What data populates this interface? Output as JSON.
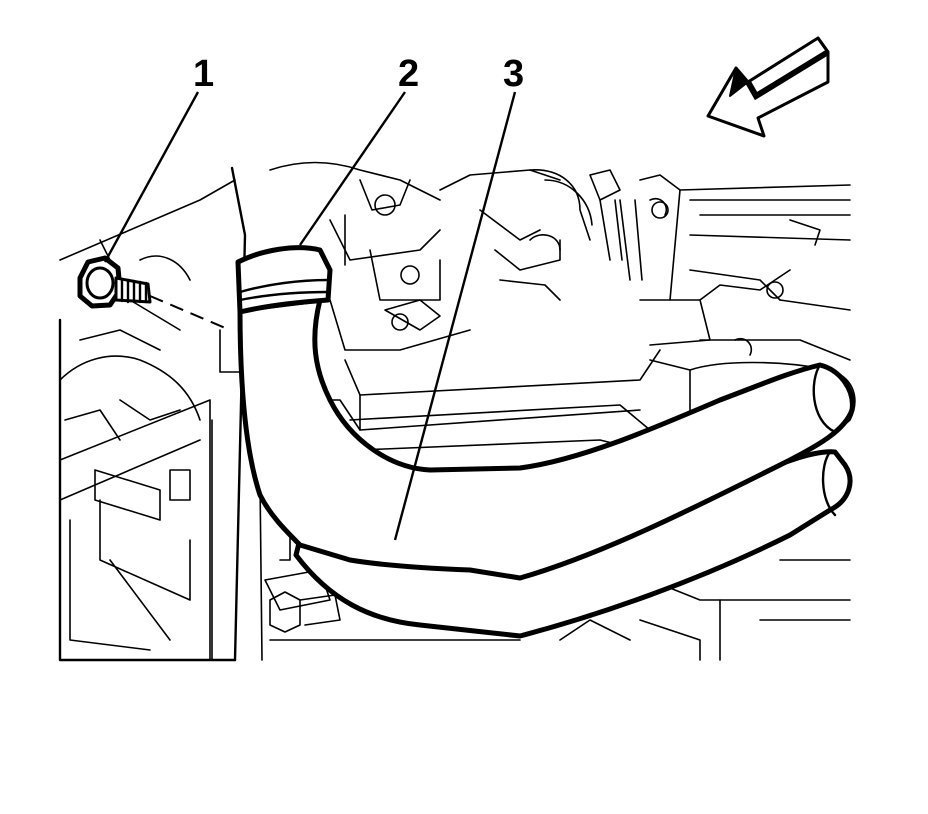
{
  "callouts": [
    {
      "label": "1",
      "part": "bolt"
    },
    {
      "label": "2",
      "part": "hose-clamp"
    },
    {
      "label": "3",
      "part": "radiator-hose"
    }
  ],
  "direction_arrow": {
    "icon": "front-direction-arrow-icon"
  },
  "colors": {
    "line": "#000000",
    "background": "#ffffff"
  }
}
